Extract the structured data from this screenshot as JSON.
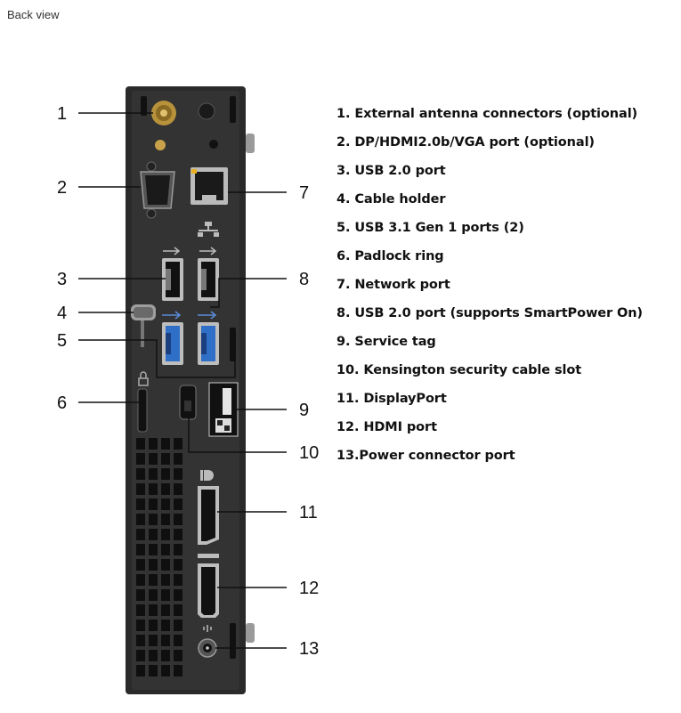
{
  "page": {
    "title": "Back view"
  },
  "colors": {
    "chassis": "#2a2a2a",
    "usb3": "#2f6fc7",
    "leader": "#111111"
  },
  "callouts": [
    "1",
    "2",
    "3",
    "4",
    "5",
    "6",
    "7",
    "8",
    "9",
    "10",
    "11",
    "12",
    "13"
  ],
  "legend": [
    "1. External antenna connectors (optional)",
    "2. DP/HDMI2.0b/VGA port (optional)",
    "3. USB 2.0 port",
    "4. Cable holder",
    "5. USB 3.1 Gen 1 ports (2)",
    "6. Padlock ring",
    "7. Network port",
    "8. USB 2.0 port (supports SmartPower On)",
    "9. Service tag",
    "10. Kensington security cable slot",
    "11. DisplayPort",
    "12. HDMI port",
    "13.Power connector port"
  ]
}
